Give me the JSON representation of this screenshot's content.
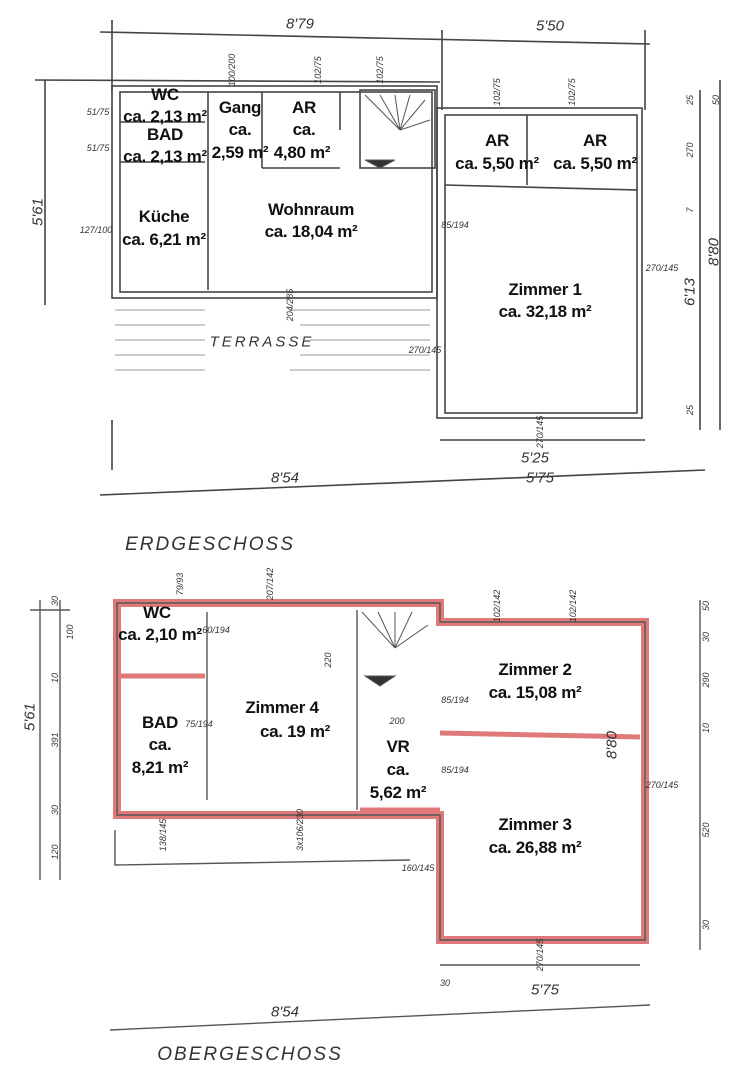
{
  "erdgeschoss": {
    "title": "ERDGESCHOSS",
    "terrace": "TERRASSE",
    "rooms": [
      {
        "name": "WC",
        "area": "ca. 2,13 m²"
      },
      {
        "name": "BAD",
        "area": "ca. 2,13 m²"
      },
      {
        "name": "Gang",
        "ca": "ca.",
        "area": "2,59 m²"
      },
      {
        "name": "AR",
        "ca": "ca.",
        "area": "4,80 m²"
      },
      {
        "name": "AR",
        "area": "ca. 5,50 m²"
      },
      {
        "name": "AR",
        "area": "ca. 5,50 m²"
      },
      {
        "name": "Küche",
        "area": "ca. 6,21 m²"
      },
      {
        "name": "Wohnraum",
        "area": "ca. 18,04 m²"
      },
      {
        "name": "Zimmer 1",
        "area": "ca. 32,18 m²"
      }
    ],
    "dims": [
      "8'79",
      "5'50",
      "5'61",
      "8'80",
      "8'54",
      "5'25",
      "5'75",
      "6'13"
    ],
    "small_dims": [
      "51/75",
      "51/75",
      "127/100",
      "100/200",
      "102/75",
      "102/75",
      "102/75",
      "102/75",
      "85/194",
      "204/285",
      "270/145",
      "270/145",
      "270/145",
      "25",
      "50",
      "270",
      "7",
      "25"
    ]
  },
  "obergeschoss": {
    "title": "OBERGESCHOSS",
    "rooms": [
      {
        "name": "WC",
        "area": "ca. 2,10 m²"
      },
      {
        "name": "BAD",
        "ca": "ca.",
        "area": "8,21 m²"
      },
      {
        "name": "Zimmer 4",
        "area": "ca. 19 m²"
      },
      {
        "name": "VR",
        "ca": "ca.",
        "area": "5,62 m²"
      },
      {
        "name": "Zimmer 2",
        "area": "ca. 15,08 m²"
      },
      {
        "name": "Zimmer 3",
        "area": "ca. 26,88 m²"
      }
    ],
    "dims": [
      "5'61",
      "8'80",
      "8'54",
      "5'75"
    ],
    "small_dims": [
      "30",
      "100",
      "10",
      "391",
      "30",
      "120",
      "79/93",
      "207/142",
      "102/142",
      "102/142",
      "60/194",
      "75/194",
      "220",
      "200",
      "85/194",
      "85/194",
      "138/145",
      "3x106/230",
      "160/145",
      "270/145",
      "270/145",
      "50",
      "30",
      "290",
      "10",
      "520",
      "30",
      "30"
    ]
  },
  "colors": {
    "ink": "#333333",
    "wall_og": "#e07a7a"
  }
}
